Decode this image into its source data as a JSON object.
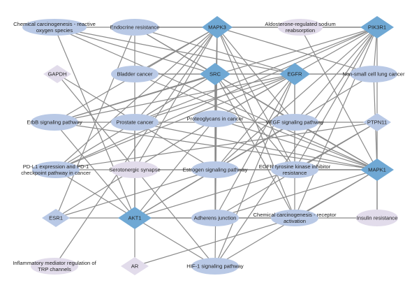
{
  "colors": {
    "gene_hub": "#6fa8d4",
    "gene_minor": "#b9c9e6",
    "gene_faint": "#e2dceb",
    "pathway": "#b9c9e6",
    "pathway_faint": "#e2dceb",
    "edge": "#8a8a8a"
  },
  "nodes": [
    {
      "id": "chem_ros",
      "lines": [
        "Chemical carcinogenesis - reactive",
        "oxygen species"
      ],
      "shape": "ellipse",
      "tone": "pathway"
    },
    {
      "id": "endocrine",
      "lines": [
        "Endocrine resistance"
      ],
      "shape": "ellipse",
      "tone": "pathway"
    },
    {
      "id": "mapk3",
      "lines": [
        "MAPK3"
      ],
      "shape": "diamond",
      "tone": "gene_hub"
    },
    {
      "id": "aldosterone",
      "lines": [
        "Aldosterone-regulated sodium",
        "reabsorption"
      ],
      "shape": "ellipse",
      "tone": "pathway_faint"
    },
    {
      "id": "pik3r1",
      "lines": [
        "PIK3R1"
      ],
      "shape": "diamond",
      "tone": "gene_hub"
    },
    {
      "id": "gapdh",
      "lines": [
        "GAPDH"
      ],
      "shape": "diamond",
      "tone": "gene_faint"
    },
    {
      "id": "bladder",
      "lines": [
        "Bladder cancer"
      ],
      "shape": "ellipse",
      "tone": "pathway"
    },
    {
      "id": "src",
      "lines": [
        "SRC"
      ],
      "shape": "diamond",
      "tone": "gene_hub"
    },
    {
      "id": "egfr",
      "lines": [
        "EGFR"
      ],
      "shape": "diamond",
      "tone": "gene_hub"
    },
    {
      "id": "nsclc",
      "lines": [
        "Non-small cell lung cancer"
      ],
      "shape": "ellipse",
      "tone": "pathway"
    },
    {
      "id": "erbb",
      "lines": [
        "ErbB signaling pathway"
      ],
      "shape": "ellipse",
      "tone": "pathway"
    },
    {
      "id": "prostate",
      "lines": [
        "Prostate cancer"
      ],
      "shape": "ellipse",
      "tone": "pathway"
    },
    {
      "id": "proteoglycans",
      "lines": [
        "Proteoglycans in cancer"
      ],
      "shape": "ellipse",
      "tone": "pathway"
    },
    {
      "id": "vegf",
      "lines": [
        "VEGF signaling pathway"
      ],
      "shape": "ellipse",
      "tone": "pathway"
    },
    {
      "id": "ptpn11",
      "lines": [
        "PTPN11"
      ],
      "shape": "diamond",
      "tone": "gene_minor"
    },
    {
      "id": "pdl1",
      "lines": [
        "PD-L1 expression and PD-1",
        "checkpoint pathway in cancer"
      ],
      "shape": "ellipse",
      "tone": "pathway"
    },
    {
      "id": "serotonergic",
      "lines": [
        "Serotonergic synapse"
      ],
      "shape": "ellipse",
      "tone": "pathway_faint"
    },
    {
      "id": "estrogen",
      "lines": [
        "Estrogen signaling pathway"
      ],
      "shape": "ellipse",
      "tone": "pathway"
    },
    {
      "id": "egfr_tki",
      "lines": [
        "EGFR tyrosine kinase inhibitor",
        "resistance"
      ],
      "shape": "ellipse",
      "tone": "pathway"
    },
    {
      "id": "mapk1",
      "lines": [
        "MAPK1"
      ],
      "shape": "diamond",
      "tone": "gene_hub"
    },
    {
      "id": "esr1",
      "lines": [
        "ESR1"
      ],
      "shape": "diamond",
      "tone": "gene_minor"
    },
    {
      "id": "akt1",
      "lines": [
        "AKT1"
      ],
      "shape": "diamond",
      "tone": "gene_hub"
    },
    {
      "id": "adherens",
      "lines": [
        "Adherens junction"
      ],
      "shape": "ellipse",
      "tone": "pathway"
    },
    {
      "id": "chem_receptor",
      "lines": [
        "Chemical carcinogenesis - receptor",
        "activation"
      ],
      "shape": "ellipse",
      "tone": "pathway"
    },
    {
      "id": "insulin",
      "lines": [
        "Insulin resistance"
      ],
      "shape": "ellipse",
      "tone": "pathway_faint"
    },
    {
      "id": "inflammatory",
      "lines": [
        "Inflammatory mediator regulation of",
        "TRP channels"
      ],
      "shape": "ellipse",
      "tone": "pathway_faint"
    },
    {
      "id": "ar",
      "lines": [
        "AR"
      ],
      "shape": "diamond",
      "tone": "gene_faint"
    },
    {
      "id": "hif1",
      "lines": [
        "HIF-1 signaling pathway"
      ],
      "shape": "ellipse",
      "tone": "pathway"
    }
  ],
  "edges": [
    [
      "mapk3",
      "chem_ros"
    ],
    [
      "mapk3",
      "endocrine"
    ],
    [
      "mapk3",
      "aldosterone"
    ],
    [
      "mapk3",
      "bladder"
    ],
    [
      "mapk3",
      "erbb"
    ],
    [
      "mapk3",
      "prostate"
    ],
    [
      "mapk3",
      "proteoglycans"
    ],
    [
      "mapk3",
      "vegf"
    ],
    [
      "mapk3",
      "pdl1"
    ],
    [
      "mapk3",
      "serotonergic"
    ],
    [
      "mapk3",
      "estrogen"
    ],
    [
      "mapk3",
      "egfr_tki"
    ],
    [
      "mapk3",
      "adherens"
    ],
    [
      "mapk3",
      "chem_receptor"
    ],
    [
      "mapk3",
      "hif1"
    ],
    [
      "mapk3",
      "inflammatory"
    ],
    [
      "mapk3",
      "pik3r1"
    ],
    [
      "mapk3",
      "nsclc"
    ],
    [
      "mapk1",
      "chem_ros"
    ],
    [
      "mapk1",
      "endocrine"
    ],
    [
      "mapk1",
      "aldosterone"
    ],
    [
      "mapk1",
      "bladder"
    ],
    [
      "mapk1",
      "erbb"
    ],
    [
      "mapk1",
      "prostate"
    ],
    [
      "mapk1",
      "proteoglycans"
    ],
    [
      "mapk1",
      "vegf"
    ],
    [
      "mapk1",
      "pdl1"
    ],
    [
      "mapk1",
      "serotonergic"
    ],
    [
      "mapk1",
      "estrogen"
    ],
    [
      "mapk1",
      "egfr_tki"
    ],
    [
      "mapk1",
      "adherens"
    ],
    [
      "mapk1",
      "chem_receptor"
    ],
    [
      "mapk1",
      "hif1"
    ],
    [
      "mapk1",
      "nsclc"
    ],
    [
      "mapk1",
      "insulin"
    ],
    [
      "pik3r1",
      "endocrine"
    ],
    [
      "pik3r1",
      "aldosterone"
    ],
    [
      "pik3r1",
      "erbb"
    ],
    [
      "pik3r1",
      "prostate"
    ],
    [
      "pik3r1",
      "proteoglycans"
    ],
    [
      "pik3r1",
      "vegf"
    ],
    [
      "pik3r1",
      "pdl1"
    ],
    [
      "pik3r1",
      "estrogen"
    ],
    [
      "pik3r1",
      "egfr_tki"
    ],
    [
      "pik3r1",
      "chem_receptor"
    ],
    [
      "pik3r1",
      "hif1"
    ],
    [
      "pik3r1",
      "insulin"
    ],
    [
      "pik3r1",
      "nsclc"
    ],
    [
      "src",
      "endocrine"
    ],
    [
      "src",
      "bladder"
    ],
    [
      "src",
      "erbb"
    ],
    [
      "src",
      "proteoglycans"
    ],
    [
      "src",
      "vegf"
    ],
    [
      "src",
      "estrogen"
    ],
    [
      "src",
      "adherens"
    ],
    [
      "src",
      "chem_receptor"
    ],
    [
      "src",
      "chem_ros"
    ],
    [
      "src",
      "pdl1"
    ],
    [
      "src",
      "prostate"
    ],
    [
      "src",
      "egfr_tki"
    ],
    [
      "src",
      "nsclc"
    ],
    [
      "egfr",
      "endocrine"
    ],
    [
      "egfr",
      "bladder"
    ],
    [
      "egfr",
      "erbb"
    ],
    [
      "egfr",
      "prostate"
    ],
    [
      "egfr",
      "proteoglycans"
    ],
    [
      "egfr",
      "pdl1"
    ],
    [
      "egfr",
      "estrogen"
    ],
    [
      "egfr",
      "egfr_tki"
    ],
    [
      "egfr",
      "adherens"
    ],
    [
      "egfr",
      "chem_receptor"
    ],
    [
      "egfr",
      "hif1"
    ],
    [
      "egfr",
      "nsclc"
    ],
    [
      "egfr",
      "chem_ros"
    ],
    [
      "akt1",
      "chem_ros"
    ],
    [
      "akt1",
      "endocrine"
    ],
    [
      "akt1",
      "prostate"
    ],
    [
      "akt1",
      "proteoglycans"
    ],
    [
      "akt1",
      "vegf"
    ],
    [
      "akt1",
      "pdl1"
    ],
    [
      "akt1",
      "estrogen"
    ],
    [
      "akt1",
      "egfr_tki"
    ],
    [
      "akt1",
      "chem_receptor"
    ],
    [
      "akt1",
      "hif1"
    ],
    [
      "akt1",
      "nsclc"
    ],
    [
      "akt1",
      "insulin"
    ],
    [
      "akt1",
      "erbb"
    ],
    [
      "ptpn11",
      "erbb"
    ],
    [
      "ptpn11",
      "pdl1"
    ],
    [
      "ptpn11",
      "egfr_tki"
    ],
    [
      "ptpn11",
      "adherens"
    ],
    [
      "ptpn11",
      "insulin"
    ],
    [
      "esr1",
      "endocrine"
    ],
    [
      "esr1",
      "proteoglycans"
    ],
    [
      "esr1",
      "estrogen"
    ],
    [
      "esr1",
      "chem_receptor"
    ],
    [
      "gapdh",
      "hif1"
    ],
    [
      "gapdh",
      "estrogen"
    ],
    [
      "ar",
      "chem_receptor"
    ],
    [
      "ar",
      "prostate"
    ]
  ]
}
